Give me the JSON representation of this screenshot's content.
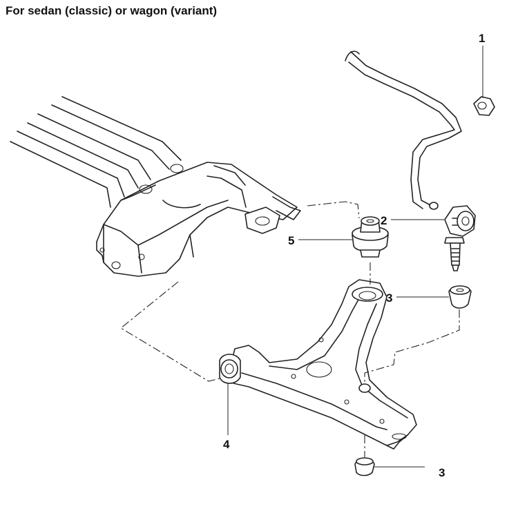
{
  "title": "For sedan (classic) or wagon (variant)",
  "callouts": [
    "1",
    "2",
    "3",
    "4",
    "5",
    "3"
  ]
}
